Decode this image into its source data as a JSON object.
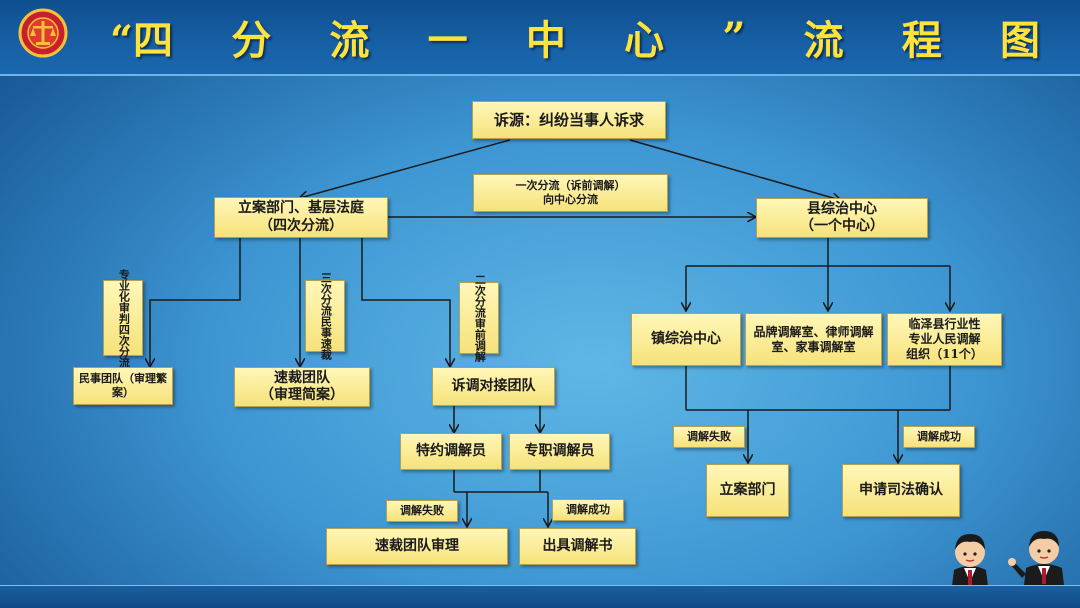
{
  "header": {
    "title_chars": [
      "“四",
      "分",
      "流",
      "一",
      "中",
      "心",
      "”",
      "流",
      "程",
      "图"
    ]
  },
  "nodes": {
    "source": "诉源：纠纷当事人诉求",
    "filing_line1": "立案部门、基层法庭",
    "filing_line2": "（四次分流）",
    "first_flow_line1": "一次分流（诉前调解）",
    "first_flow_line2": "向中心分流",
    "county_line1": "县综治中心",
    "county_line2": "（一个中心）",
    "fourth_flow": "四次分流",
    "specialized_trial": "专业化审判",
    "civil_team": "民事团队（审理繁案）",
    "third_flow": "三次分流",
    "civil_quick": "民事速裁",
    "quick_team_line1": "速裁团队",
    "quick_team_line2": "（审理简案）",
    "second_flow": "二次分流",
    "pretrial_mediation": "审前调解",
    "docking_team": "诉调对接团队",
    "special_mediator": "特约调解员",
    "full_mediator": "专职调解员",
    "mediation_fail_left": "调解失败",
    "mediation_success_left": "调解成功",
    "quick_trial": "速裁团队审理",
    "issue_doc": "出具调解书",
    "town_center": "镇综治中心",
    "brand_rooms": "品牌调解室、律师调解室、家事调解室",
    "industry_org_line1": "临泽县行业性",
    "industry_org_line2": "专业人民调解",
    "industry_org_line3": "组织（11个）",
    "mediation_fail_right": "调解失败",
    "mediation_success_right": "调解成功",
    "filing_dept": "立案部门",
    "judicial_confirm": "申请司法确认"
  },
  "colors": {
    "title": "#ffe23a",
    "box_fill": "#f6e27a",
    "line": "#1a1a1a"
  }
}
